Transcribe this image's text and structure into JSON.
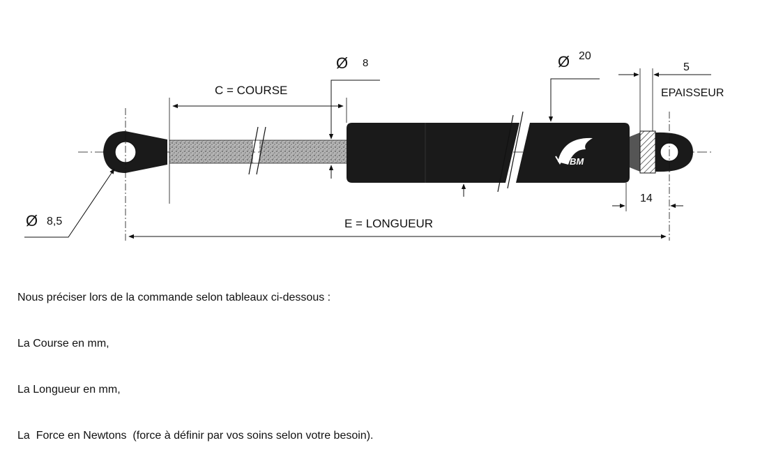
{
  "diagram": {
    "labels": {
      "course": "C = COURSE",
      "diam_rod_symbol": "Ø",
      "diam_rod_value": "8",
      "diam_tube_symbol": "Ø",
      "diam_tube_value": "20",
      "thickness_value": "5",
      "thickness_label": "EPAISSEUR",
      "eye_offset": "14",
      "diam_eye_symbol": "Ø",
      "diam_eye_value": "8,5",
      "length": "E = LONGUEUR",
      "logo_text": "BM"
    }
  },
  "notes": {
    "lines": [
      "Nous préciser lors de la commande selon tableaux ci-dessous :",
      "La Course en mm,",
      "La Longueur en mm,",
      "La  Force en Newtons  (force à définir par vos soins selon votre besoin)."
    ]
  },
  "colors": {
    "ink": "#111111",
    "body_fill": "#1a1a1a",
    "rod_fill": "#8a8a8a"
  }
}
